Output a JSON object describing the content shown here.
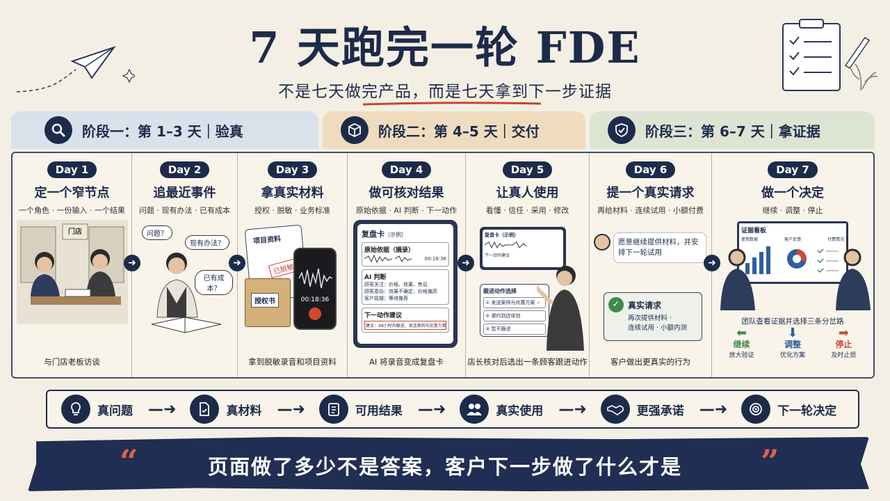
{
  "title": "7 天跑完一轮 FDE",
  "subtitle": "不是七天做完产品，而是七天拿到下一步证据",
  "stages": [
    {
      "label": "阶段一：第 1–3 天｜验真",
      "icon": "search-icon"
    },
    {
      "label": "阶段二：第 4–5 天｜交付",
      "icon": "box-icon"
    },
    {
      "label": "阶段三：第 6–7 天｜拿证据",
      "icon": "shield-check-icon"
    }
  ],
  "days": [
    {
      "badge": "Day 1",
      "title": "定一个窄节点",
      "sub": "一个角色 · 一份输入 · 一个结果",
      "caption": "与门店老板访谈",
      "sign": "门店"
    },
    {
      "badge": "Day 2",
      "title": "追最近事件",
      "sub": "问题 · 现有办法 · 已有成本",
      "caption": "",
      "bubbles": [
        "问题？",
        "现有办法？",
        "已有成本？"
      ]
    },
    {
      "badge": "Day 3",
      "title": "拿真实材料",
      "sub": "授权 · 脱敏 · 业务标准",
      "caption": "拿到脱敏录音和项目资料",
      "doc_title": "项目资料",
      "stamp": "已脱敏",
      "folder": "授权书",
      "phone_time": "00:18:36"
    },
    {
      "badge": "Day 4",
      "title": "做可核对结果",
      "sub": "原始依据 · AI 判断 · 下一动作",
      "caption": "AI 将录音变成复盘卡",
      "card": {
        "title": "复盘卡",
        "title_note": "（示例）",
        "src": "原始依据（摘录）",
        "time": "00:18:36",
        "ai": "AI 判断",
        "ai_lines": [
          "顾客关注：价格、效果、售后",
          "顾客意向：效果不确定，价格偏高",
          "客户摇摆：等待推荐"
        ],
        "next": "下一动作建议",
        "next_line": "建议：48小时内跟进，发送案例与优惠方案"
      }
    },
    {
      "badge": "Day 5",
      "title": "让真人使用",
      "sub": "看懂 · 信任 · 采用 · 修改",
      "caption": "店长核对后选出一条顾客跟进动作",
      "card": {
        "title": "复盘卡",
        "title_note": "（示例）",
        "next_label": "下一动作建议",
        "follow": "跟进动作选择",
        "options": [
          "发送案例与优惠方案",
          "邀约到店体验",
          "暂不跟进"
        ]
      }
    },
    {
      "badge": "Day 6",
      "title": "提一个真实请求",
      "sub": "再给材料 · 连续试用 · 小额付费",
      "caption": "客户做出更真实的行为",
      "request": "愿意继续提供材料，并安排下一轮试用",
      "real_title": "真实请求",
      "real_lines": [
        "再次提供材料 ·",
        "连续试用 · 小额内测"
      ]
    },
    {
      "badge": "Day 7",
      "title": "做一个决定",
      "sub": "继续 · 调整 · 停止",
      "caption": "团队查看证据并选择三条分岔路",
      "board": {
        "title": "证据看板",
        "cols": [
          "使用数据",
          "客户反馈",
          "付费情况"
        ]
      },
      "choices": [
        {
          "label": "继续",
          "desc": "放大验证",
          "color": "#3f8a4a"
        },
        {
          "label": "调整",
          "desc": "优化方案",
          "color": "#2f5f9e"
        },
        {
          "label": "停止",
          "desc": "及时止损",
          "color": "#d0492f"
        }
      ]
    }
  ],
  "flow": [
    {
      "label": "真问题",
      "icon": "lightbulb-icon"
    },
    {
      "label": "真材料",
      "icon": "document-check-icon"
    },
    {
      "label": "可用结果",
      "icon": "clipboard-icon"
    },
    {
      "label": "真实使用",
      "icon": "people-icon"
    },
    {
      "label": "更强承诺",
      "icon": "handshake-icon"
    },
    {
      "label": "下一轮决定",
      "icon": "target-icon"
    }
  ],
  "quote": "页面做了多少不是答案，客户下一步做了什么才是",
  "colors": {
    "navy": "#1d2b4a",
    "accent_red": "#d0492f",
    "green": "#3f8a4a",
    "blue": "#2f5f9e"
  }
}
